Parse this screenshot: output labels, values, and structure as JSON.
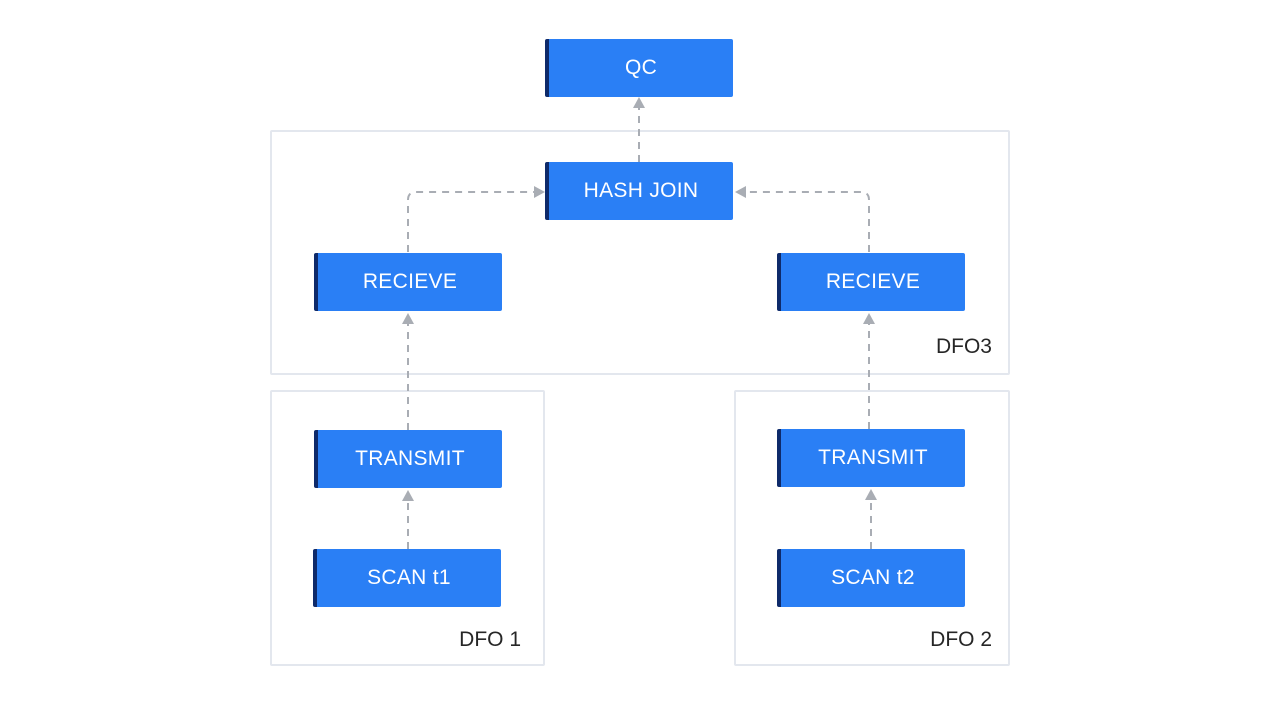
{
  "groups": {
    "dfo3": {
      "label": "DFO3"
    },
    "dfo1": {
      "label": "DFO 1"
    },
    "dfo2": {
      "label": "DFO 2"
    }
  },
  "nodes": {
    "qc": {
      "label": "QC"
    },
    "hash_join": {
      "label": "HASH JOIN"
    },
    "receive_left": {
      "label": "RECIEVE"
    },
    "receive_right": {
      "label": "RECIEVE"
    },
    "transmit_left": {
      "label": "TRANSMIT"
    },
    "transmit_right": {
      "label": "TRANSMIT"
    },
    "scan_t1": {
      "label": "SCAN t1"
    },
    "scan_t2": {
      "label": "SCAN t2"
    }
  },
  "colors": {
    "node_fill": "#2a7ff5",
    "node_accent": "#0e2a6a",
    "group_border": "#e3e7ee",
    "edge": "#a9adb4"
  }
}
